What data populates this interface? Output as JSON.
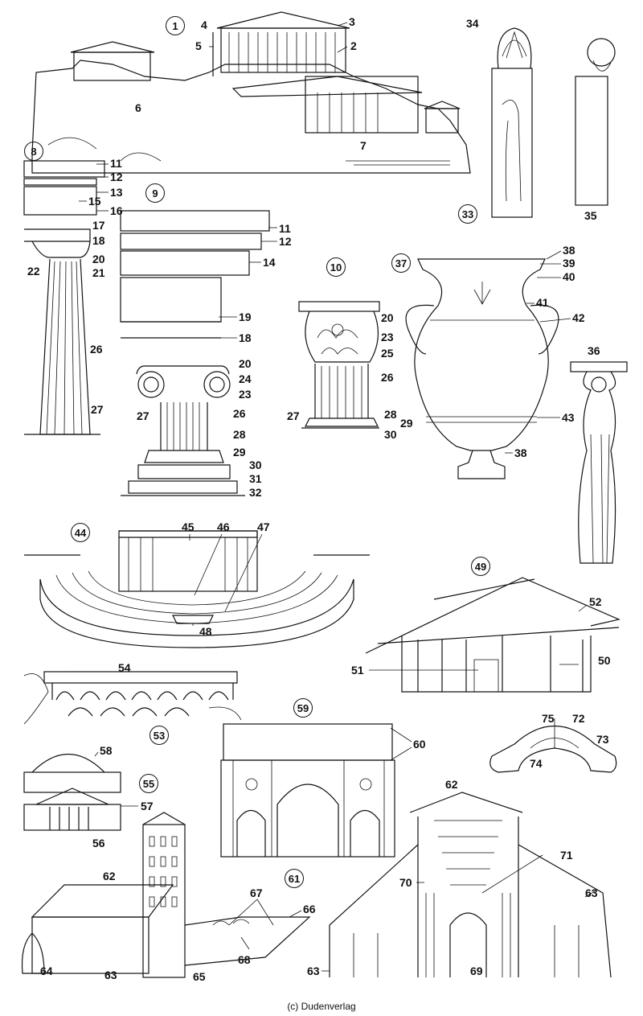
{
  "credit": "(c) Dudenverlag",
  "figure_numbers": {
    "acropolis": "1",
    "doric_order": "8",
    "ionic_order": "9",
    "corinthian_capital": "10",
    "grave_stele": "33",
    "vase": "37",
    "theatre": "44",
    "timber_hall": "49",
    "aqueduct": "53",
    "pantheon": "55",
    "triumphal_arch": "59",
    "basilica": "61"
  },
  "labels": {
    "n2": "2",
    "n3": "3",
    "n4": "4",
    "n5": "5",
    "n6": "6",
    "n7": "7",
    "n11a": "11",
    "n12a": "12",
    "n13": "13",
    "n15": "15",
    "n16": "16",
    "n17": "17",
    "n18a": "18",
    "n20a": "20",
    "n21": "21",
    "n22": "22",
    "n26a": "26",
    "n27a": "27",
    "n11b": "11",
    "n12b": "12",
    "n14": "14",
    "n19": "19",
    "n18b": "18",
    "n20b": "20",
    "n24": "24",
    "n23a": "23",
    "n26b": "26",
    "n27b": "27",
    "n28a": "28",
    "n29a": "29",
    "n30a": "30",
    "n31": "31",
    "n32": "32",
    "n20c": "20",
    "n23b": "23",
    "n25": "25",
    "n26c": "26",
    "n27c": "27",
    "n28b": "28",
    "n29b": "29",
    "n30b": "30",
    "n34": "34",
    "n35": "35",
    "n36": "36",
    "n38a": "38",
    "n39": "39",
    "n40": "40",
    "n41": "41",
    "n42": "42",
    "n43": "43",
    "n38b": "38",
    "n45": "45",
    "n46": "46",
    "n47": "47",
    "n48": "48",
    "n50": "50",
    "n51": "51",
    "n52": "52",
    "n54": "54",
    "n56": "56",
    "n57": "57",
    "n58": "58",
    "n60": "60",
    "n62a": "62",
    "n63a": "63",
    "n64": "64",
    "n65": "65",
    "n66": "66",
    "n67": "67",
    "n68": "68",
    "n62b": "62",
    "n63b": "63",
    "n63c": "63",
    "n69": "69",
    "n70": "70",
    "n71": "71",
    "n72": "72",
    "n73": "73",
    "n74": "74",
    "n75": "75"
  }
}
